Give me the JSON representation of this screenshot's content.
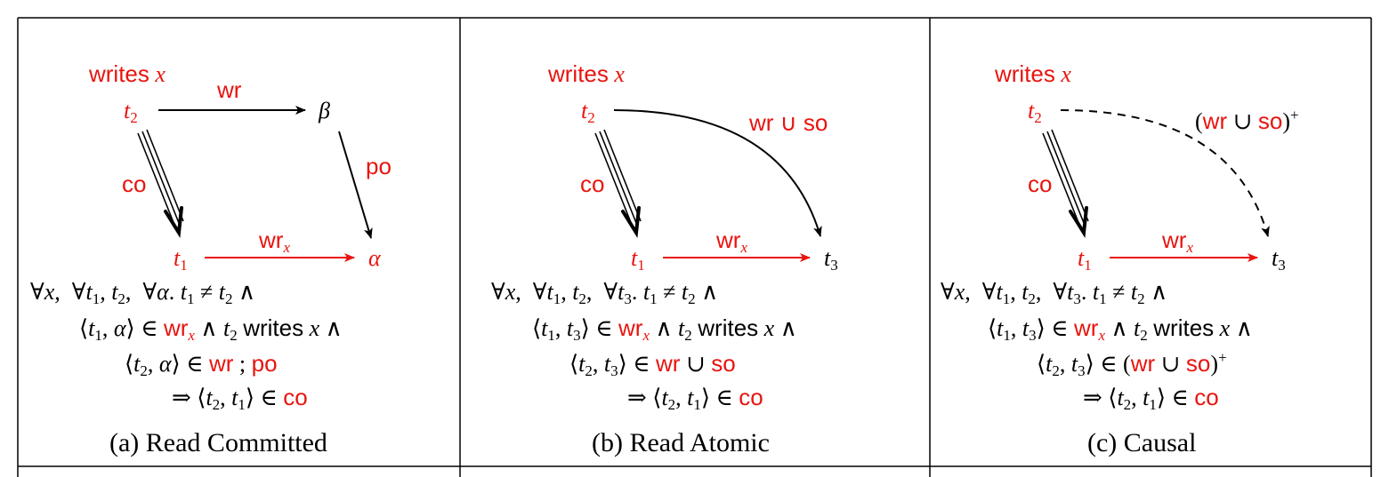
{
  "panels": [
    {
      "caption": "(a) Read Committed",
      "writes_label": "writes",
      "writes_var": "x",
      "top_edge_label": "wr",
      "right_edge_label": "po",
      "co_label": "co",
      "bottom_edge_label": "wr",
      "bottom_edge_sub": "x",
      "node_t2": "t",
      "node_t2_sub": "2",
      "node_beta": "β",
      "node_t1": "t",
      "node_t1_sub": "1",
      "node_target": "α",
      "formula": {
        "line1": "∀x,  ∀t1, t2,  ∀α. t1 ≠ t2 ∧",
        "line2": "⟨t1, α⟩ ∈ wrx ∧ t2 writes x ∧",
        "line3": "⟨t2, α⟩ ∈ wr ; po",
        "line4": "⇒ ⟨t2, t1⟩ ∈ co"
      }
    },
    {
      "caption": "(b) Read Atomic",
      "writes_label": "writes",
      "writes_var": "x",
      "curve_label": "wr ∪ so",
      "co_label": "co",
      "bottom_edge_label": "wr",
      "bottom_edge_sub": "x",
      "node_t2": "t",
      "node_t2_sub": "2",
      "node_t1": "t",
      "node_t1_sub": "1",
      "node_t3": "t",
      "node_t3_sub": "3",
      "formula": {
        "line1": "∀x,  ∀t1, t2,  ∀t3. t1 ≠ t2 ∧",
        "line2": "⟨t1, t3⟩ ∈ wrx ∧ t2 writes x ∧",
        "line3": "⟨t2, t3⟩ ∈ wr ∪ so",
        "line4": "⇒ ⟨t2, t1⟩ ∈ co"
      }
    },
    {
      "caption": "(c) Causal",
      "writes_label": "writes",
      "writes_var": "x",
      "curve_label": "(wr ∪ so)+",
      "co_label": "co",
      "bottom_edge_label": "wr",
      "bottom_edge_sub": "x",
      "node_t2": "t",
      "node_t2_sub": "2",
      "node_t1": "t",
      "node_t1_sub": "1",
      "node_t3": "t",
      "node_t3_sub": "3",
      "formula": {
        "line1": "∀x,  ∀t1, t2,  ∀t3. t1 ≠ t2 ∧",
        "line2": "⟨t1, t3⟩ ∈ wrx ∧ t2 writes x ∧",
        "line3": "⟨t2, t3⟩ ∈ (wr ∪ so)+",
        "line4": "⇒ ⟨t2, t1⟩ ∈ co"
      }
    }
  ],
  "colors": {
    "accent": "#e8140f",
    "ink": "#000000"
  }
}
